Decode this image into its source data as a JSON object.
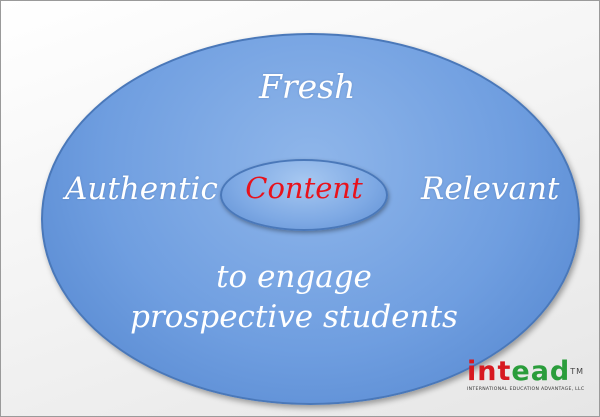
{
  "diagram": {
    "outer_terms": {
      "top": "Fresh",
      "left": "Authentic",
      "right": "Relevant"
    },
    "center_term": "Content",
    "tagline_line1": "to engage",
    "tagline_line2": "prospective students"
  },
  "logo": {
    "part1": "int",
    "part2": "ead",
    "trademark": "TM",
    "subtitle": "INTERNATIONAL EDUCATION ADVANTAGE, LLC"
  },
  "colors": {
    "ellipse_fill": "#6f9ee0",
    "ellipse_border": "#4a78b9",
    "outer_text": "#ffffff",
    "center_text": "#e8121c",
    "logo_red": "#d71920",
    "logo_green": "#2a9d3b"
  }
}
